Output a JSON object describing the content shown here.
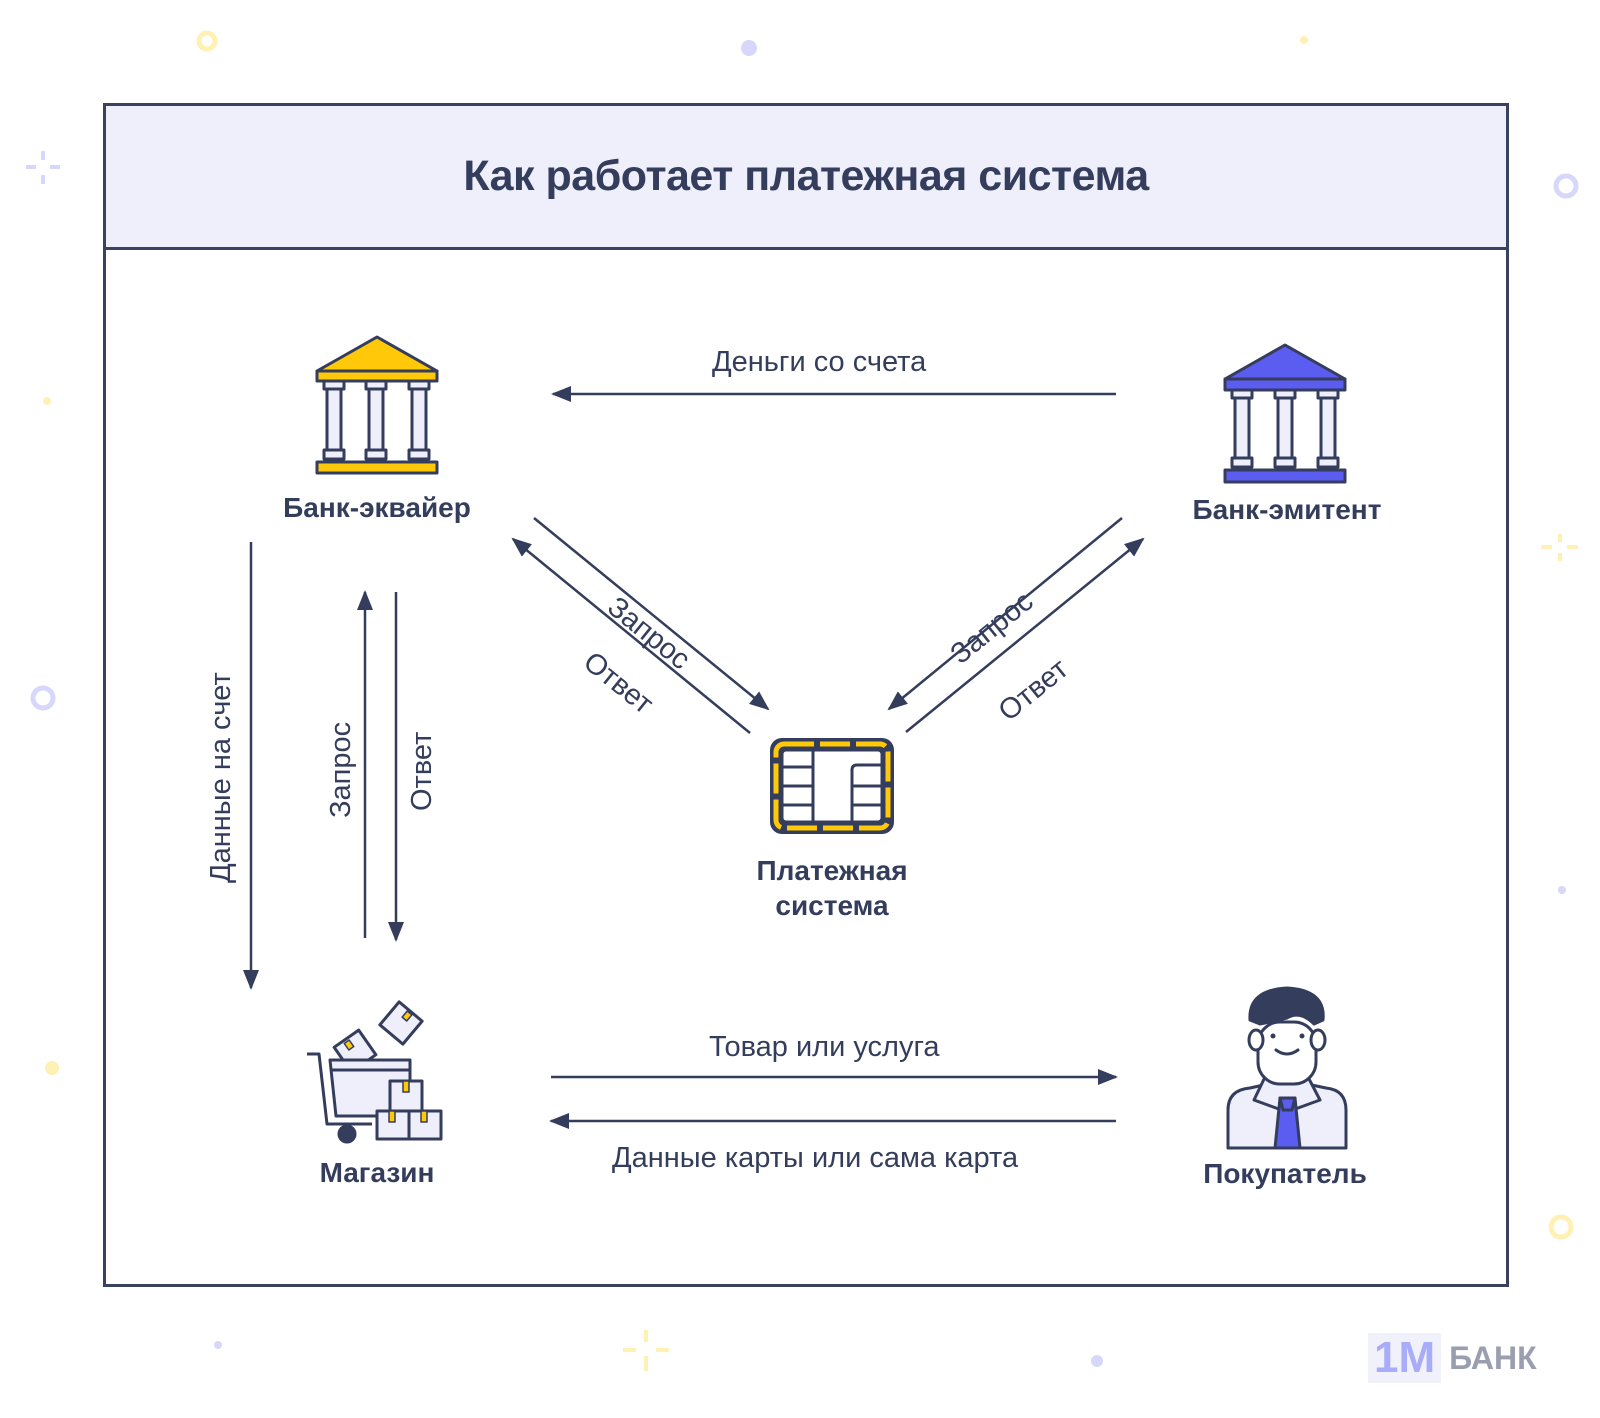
{
  "title": "Как работает платежная система",
  "colors": {
    "ink": "#343d5c",
    "header_bg": "#efeffb",
    "acquirer_accent": "#ffc90a",
    "issuer_accent": "#5b5cf0",
    "light_fill": "#efeffb",
    "decor_yellow": "#fff0b3",
    "decor_purple": "#d6d7fb"
  },
  "nodes": {
    "acquirer": {
      "label": "Банк-эквайер",
      "icon": "bank-icon"
    },
    "issuer": {
      "label": "Банк-эмитент",
      "icon": "bank-icon"
    },
    "payment_system": {
      "label_line1": "Платежная",
      "label_line2": "система",
      "icon": "chip-icon"
    },
    "shop": {
      "label": "Магазин",
      "icon": "shopping-cart-icon"
    },
    "customer": {
      "label": "Покупатель",
      "icon": "person-icon"
    }
  },
  "edges": {
    "issuer_to_acquirer": "Деньги со счета",
    "acquirer_to_ps_request": "Запрос",
    "ps_to_acquirer_response": "Ответ",
    "issuer_ps_request": "Запрос",
    "ps_issuer_response": "Ответ",
    "acquirer_to_shop_data": "Данные на счет",
    "shop_to_acquirer_request": "Запрос",
    "acquirer_to_shop_response": "Ответ",
    "shop_to_customer": "Товар или услуга",
    "customer_to_shop": "Данные карты или сама карта"
  },
  "logo": {
    "mark": "1M",
    "text": "БАНК"
  }
}
